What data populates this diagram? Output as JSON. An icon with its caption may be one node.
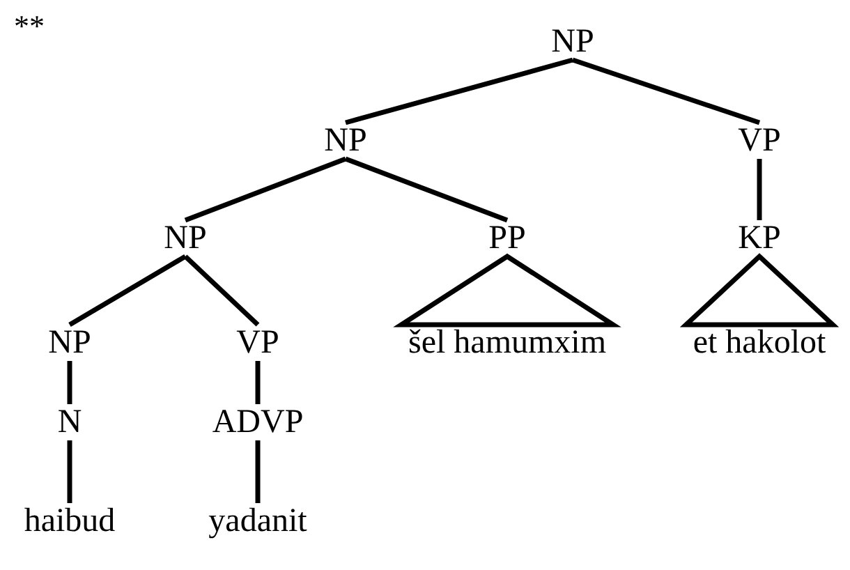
{
  "diagram": {
    "nodes": [
      {
        "text": [
          "NP"
        ]
      },
      {
        "text": [
          "NP"
        ]
      },
      {
        "text": [
          "VP"
        ]
      },
      {
        "text": [
          "NP"
        ]
      },
      {
        "text": [
          "PP"
        ]
      },
      {
        "text": [
          "KP"
        ]
      },
      {
        "text": [
          "NP"
        ]
      },
      {
        "text": [
          "VP"
        ]
      },
      {
        "text": [
          "šel hamumxim"
        ]
      },
      {
        "text": [
          "et hakolot"
        ]
      },
      {
        "text": [
          "N"
        ]
      },
      {
        "text": [
          "ADVP"
        ]
      },
      {
        "text": [
          "haibud"
        ]
      },
      {
        "text": [
          "yadanit"
        ]
      }
    ],
    "edges": [
      {
        "from": 0,
        "to": 1,
        "arrow": "none"
      },
      {
        "from": 0,
        "to": 2,
        "arrow": "none"
      },
      {
        "from": 1,
        "to": 3,
        "arrow": "none"
      },
      {
        "from": 1,
        "to": 4,
        "arrow": "none"
      },
      {
        "from": 2,
        "to": 5,
        "arrow": "none"
      },
      {
        "from": 3,
        "to": 6,
        "arrow": "none"
      },
      {
        "from": 3,
        "to": 7,
        "arrow": "none"
      },
      {
        "from": 4,
        "to": 8,
        "arrow": "none"
      },
      {
        "from": 5,
        "to": 9,
        "arrow": "none"
      },
      {
        "from": 6,
        "to": 10,
        "arrow": "none"
      },
      {
        "from": 7,
        "to": 11,
        "arrow": "none"
      },
      {
        "from": 10,
        "to": 12,
        "arrow": "none"
      },
      {
        "from": 11,
        "to": 13,
        "arrow": "none"
      }
    ],
    "labels": [
      "**"
    ]
  }
}
